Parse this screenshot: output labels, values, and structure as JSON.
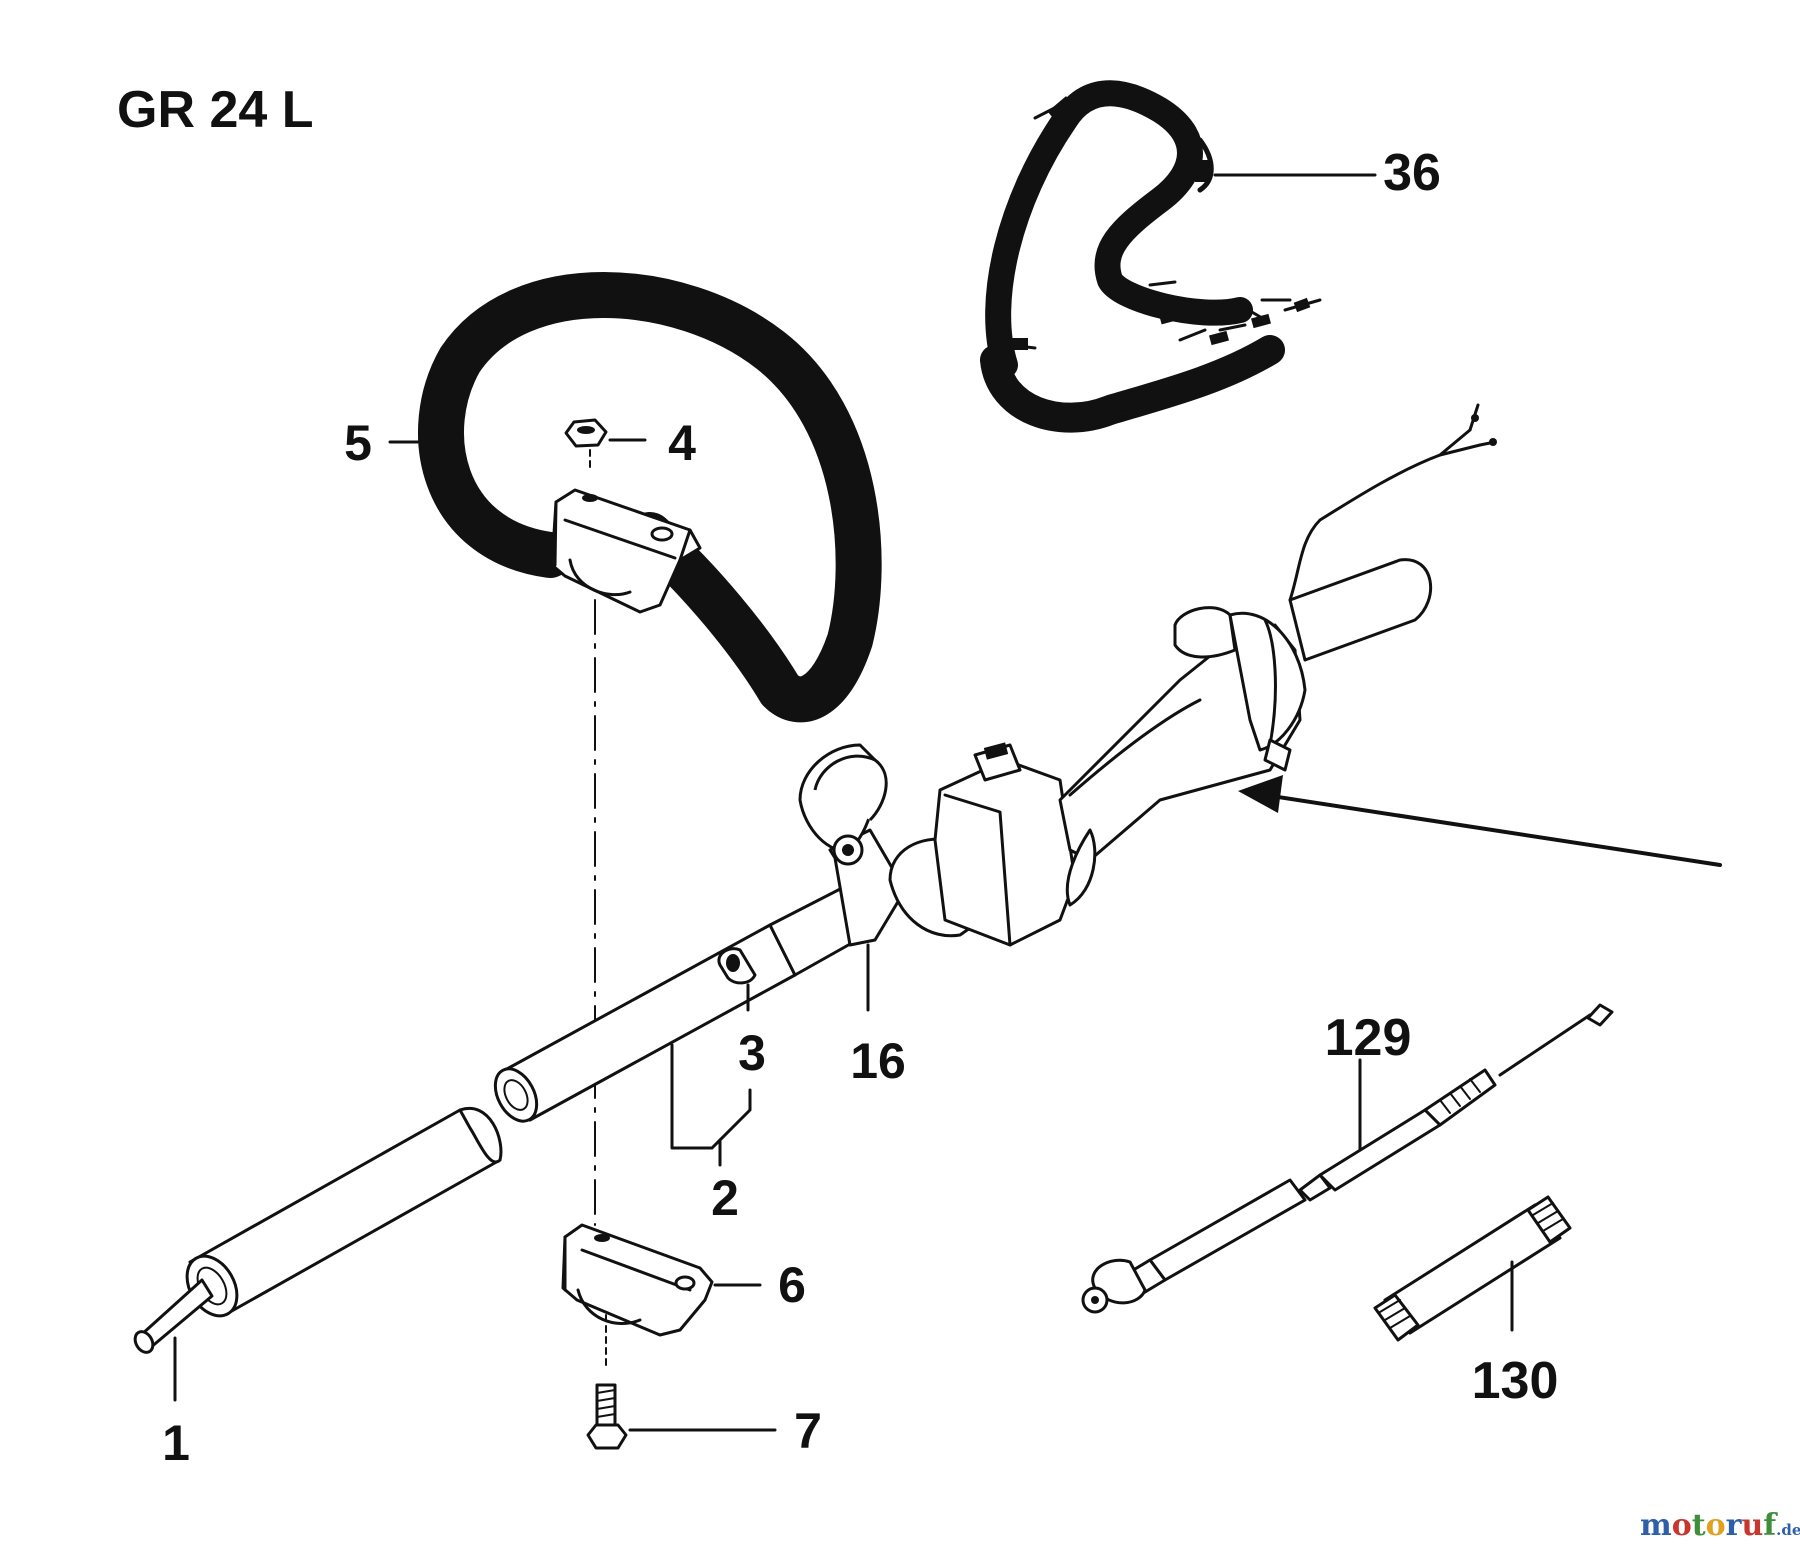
{
  "title": "GR 24 L",
  "part_numbers": {
    "p1": "1",
    "p2": "2",
    "p3": "3",
    "p4": "4",
    "p5": "5",
    "p6": "6",
    "p7": "7",
    "p16": "16",
    "p36": "36",
    "p129": "129",
    "p130": "130"
  },
  "watermark": {
    "letters": [
      "m",
      "o",
      "t",
      "o",
      "r",
      "u",
      "f"
    ],
    "letter_colors": [
      "#2e5fa8",
      "#c8372d",
      "#3f8f3a",
      "#e0a020",
      "#2e5fa8",
      "#c8372d",
      "#3f8f3a"
    ],
    "suffix": ".de",
    "suffix_color": "#2e5fa8"
  }
}
